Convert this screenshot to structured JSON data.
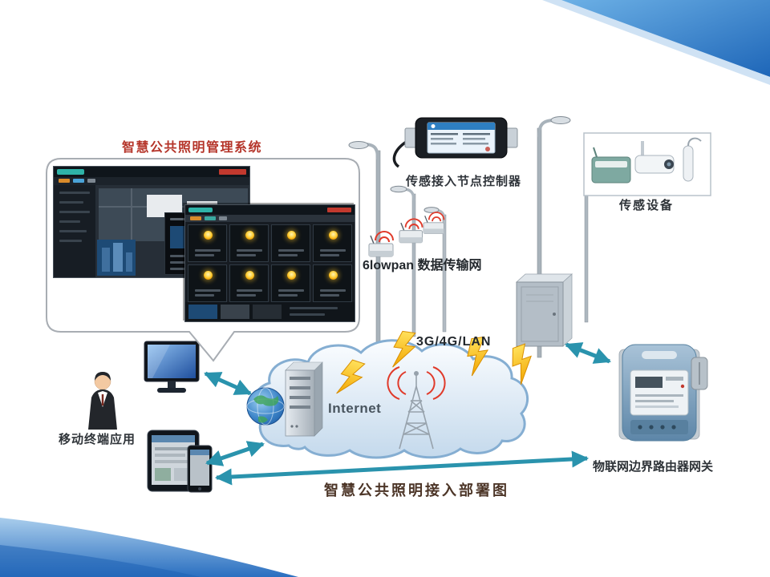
{
  "title": {
    "system": "智慧公共照明管理系统",
    "caption": "智慧公共照明接入部署图"
  },
  "nodes": {
    "sensor_controller": "传感接入节点控制器",
    "sensor_devices": "传感设备",
    "lowpan": "6lowpan 数据传输网",
    "wan": "3G/4G/LAN",
    "internet": "Internet",
    "mobile": "移动终端应用",
    "router": "物联网边界路由器网关"
  },
  "colors": {
    "title_red": "#b5352a",
    "caption_brown": "#4c3527",
    "arrow_teal": "#2a93ad",
    "lightning_yellow": "#ffd23f",
    "slide_blue": "#2f7cc5",
    "cloud_edge": "#85aed2"
  }
}
